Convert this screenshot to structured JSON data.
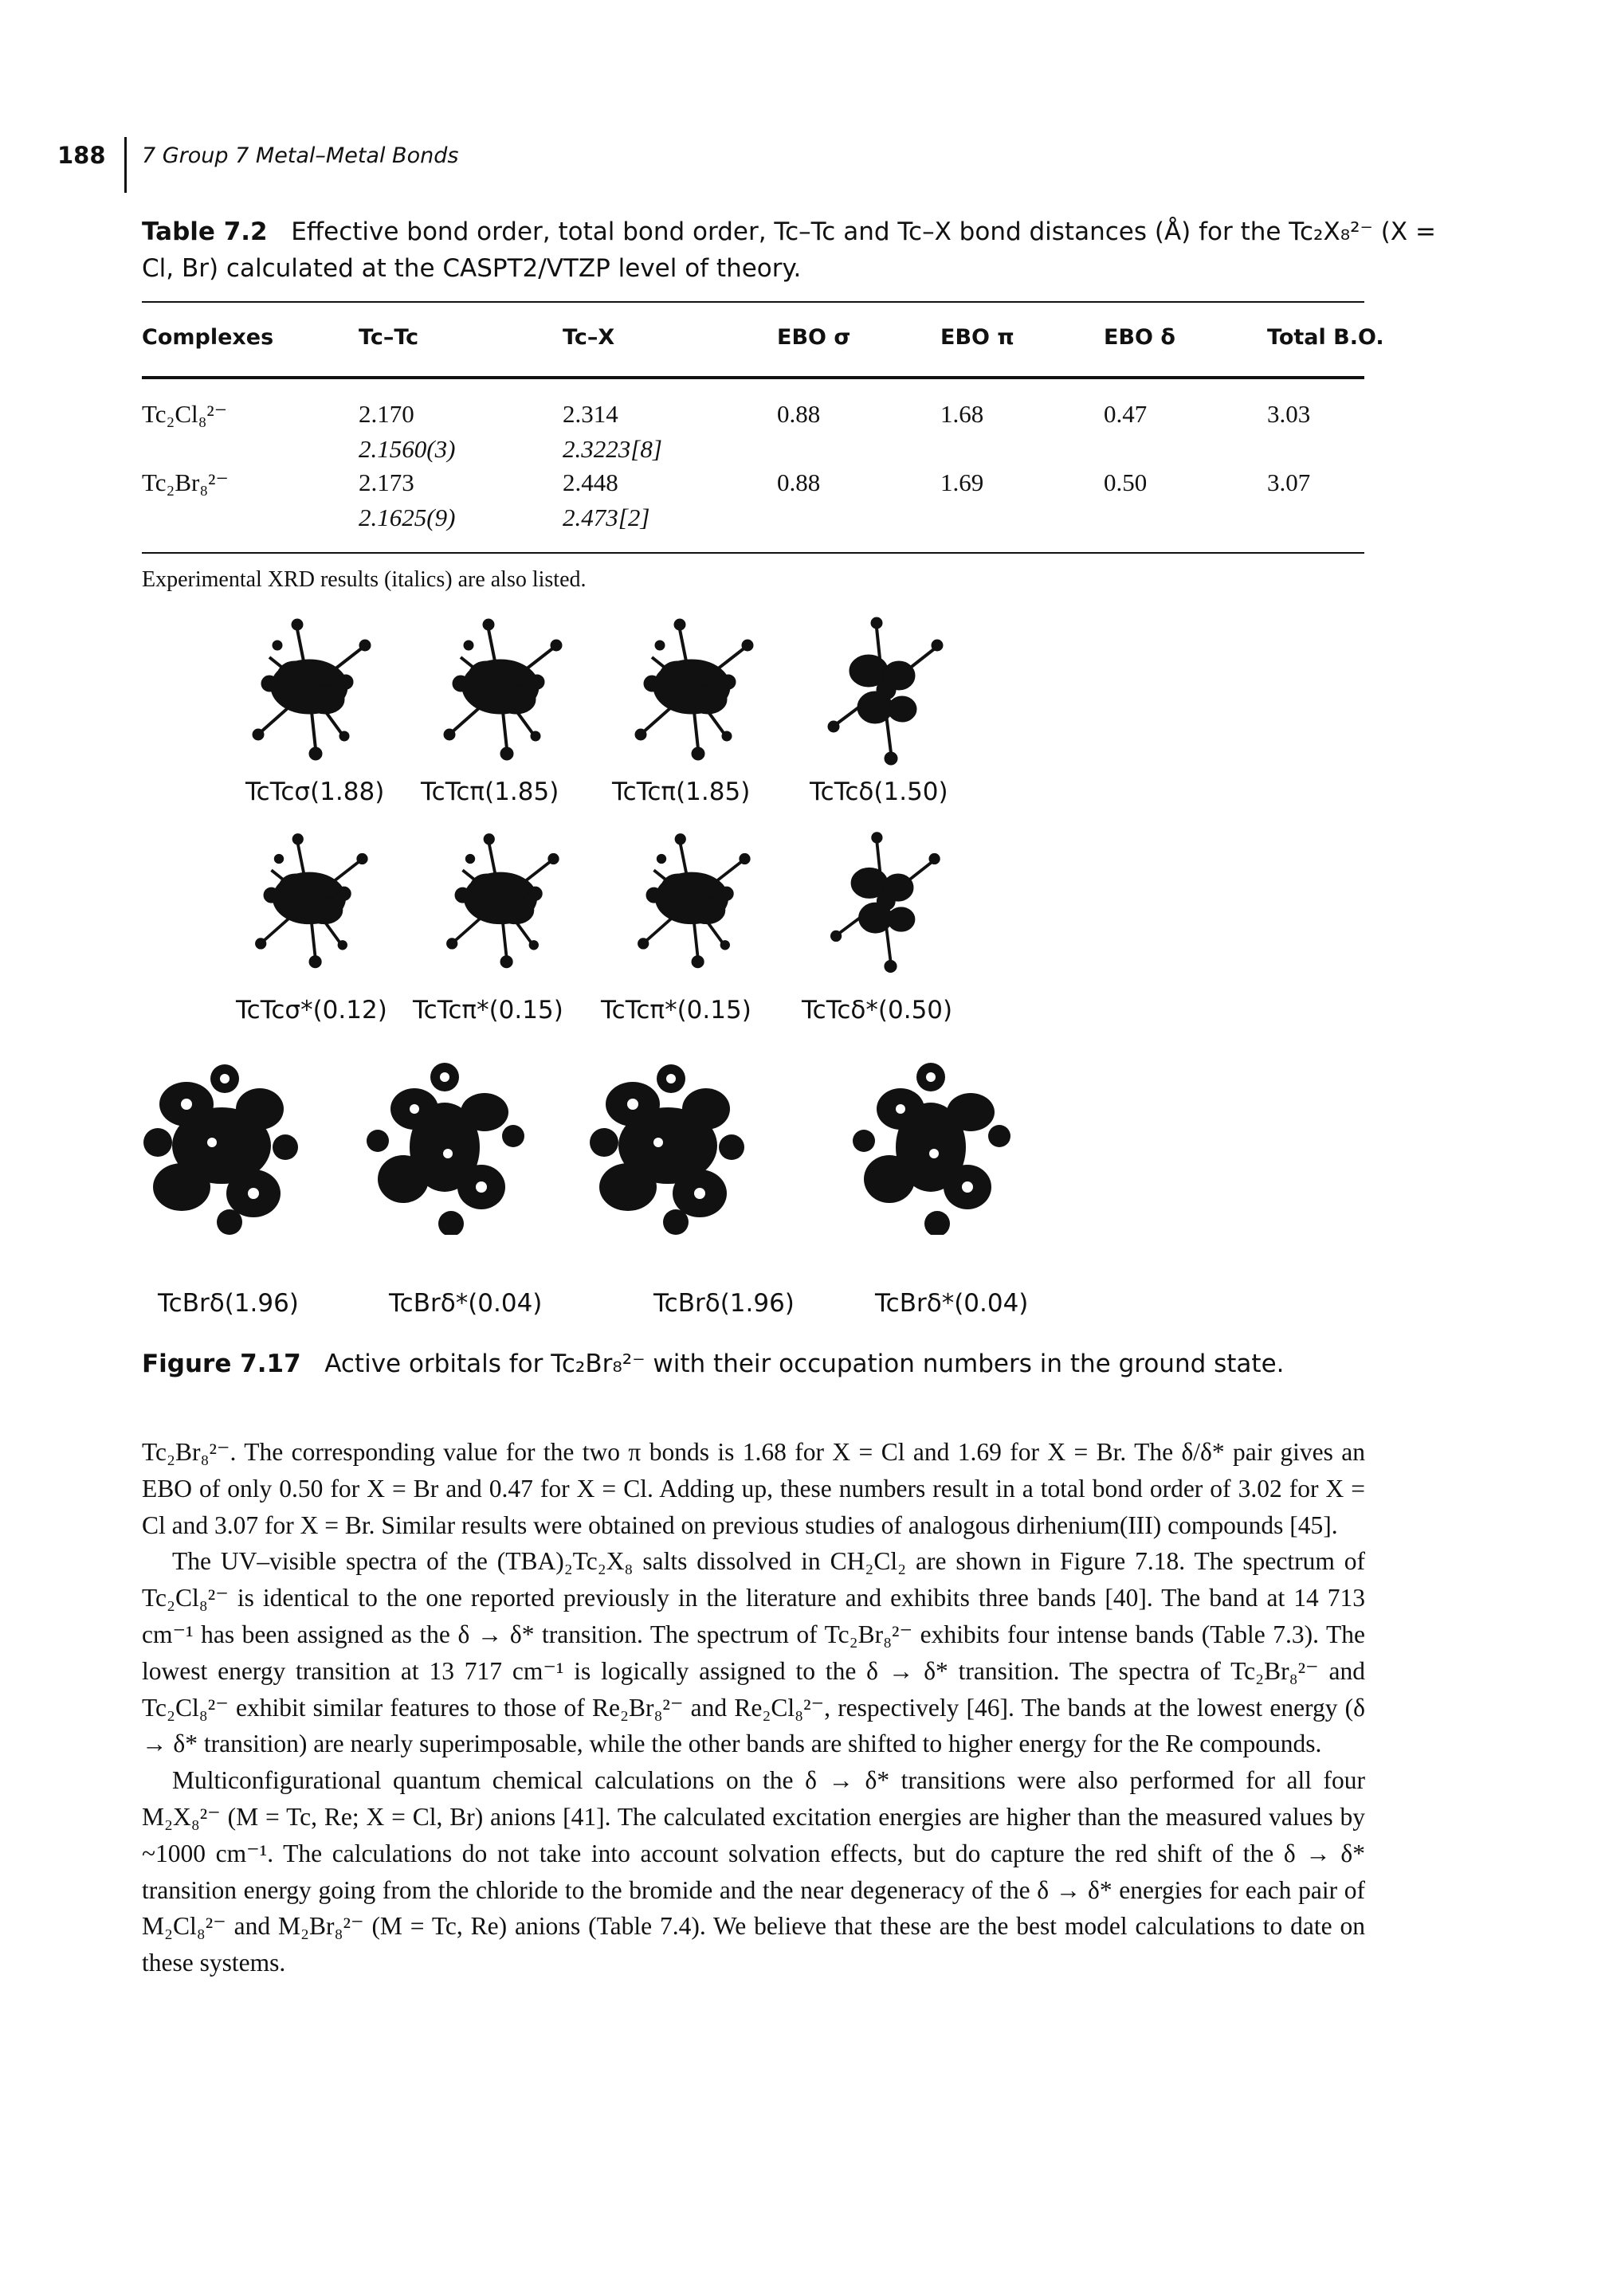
{
  "header": {
    "page_number": "188",
    "running_head": "7 Group 7 Metal–Metal Bonds"
  },
  "table": {
    "label": "Table 7.2",
    "caption": "Effective bond order, total bond order, Tc–Tc and Tc–X bond distances (Å) for the Tc₂X₈²⁻ (X = Cl, Br) calculated at the CASPT2/VTZP level of theory.",
    "columns": [
      "Complexes",
      "Tc–Tc",
      "Tc–X",
      "EBO σ",
      "EBO π",
      "EBO δ",
      "Total B.O."
    ],
    "rows": [
      {
        "complex": "Tc₂Cl₈²⁻",
        "tctc": "2.170",
        "tctc_exp": "2.1560(3)",
        "tcx": "2.314",
        "tcx_exp": "2.3223[8]",
        "ebo_sigma": "0.88",
        "ebo_pi": "1.68",
        "ebo_delta": "0.47",
        "total": "3.03"
      },
      {
        "complex": "Tc₂Br₈²⁻",
        "tctc": "2.173",
        "tctc_exp": "2.1625(9)",
        "tcx": "2.448",
        "tcx_exp": "2.473[2]",
        "ebo_sigma": "0.88",
        "ebo_pi": "1.69",
        "ebo_delta": "0.50",
        "total": "3.07"
      }
    ],
    "footnote": "Experimental XRD results (italics) are also listed."
  },
  "figure": {
    "orbitals": [
      {
        "label": "TcTcσ(1.88)"
      },
      {
        "label": "TcTcπ(1.85)"
      },
      {
        "label": "TcTcπ(1.85)"
      },
      {
        "label": "TcTcδ(1.50)"
      },
      {
        "label": "TcTcσ*(0.12)"
      },
      {
        "label": "TcTcπ*(0.15)"
      },
      {
        "label": "TcTcπ*(0.15)"
      },
      {
        "label": "TcTcδ*(0.50)"
      },
      {
        "label": "TcBrδ(1.96)"
      },
      {
        "label": "TcBrδ*(0.04)"
      },
      {
        "label": "TcBrδ(1.96)"
      },
      {
        "label": "TcBrδ*(0.04)"
      }
    ],
    "label": "Figure 7.17",
    "caption": "Active orbitals for Tc₂Br₈²⁻ with their occupation numbers in the ground state."
  },
  "body": {
    "paragraphs": [
      "Tc₂Br₈²⁻. The corresponding value for the two π bonds is 1.68 for X = Cl and 1.69 for X = Br. The δ/δ* pair gives an EBO of only 0.50 for X = Br and 0.47 for X = Cl. Adding up, these numbers result in a total bond order of 3.02 for X = Cl and 3.07 for X = Br. Similar results were obtained on previous studies of analogous dirhenium(III) compounds [45].",
      "The UV–visible spectra of the (TBA)₂Tc₂X₈ salts dissolved in CH₂Cl₂ are shown in Figure 7.18. The spectrum of Tc₂Cl₈²⁻ is identical to the one reported previously in the literature and exhibits three bands [40]. The band at 14 713 cm⁻¹ has been assigned as the δ → δ* transition. The spectrum of Tc₂Br₈²⁻ exhibits four intense bands (Table 7.3). The lowest energy transition at 13 717 cm⁻¹ is logically assigned to the δ → δ* transition. The spectra of Tc₂Br₈²⁻ and Tc₂Cl₈²⁻ exhibit similar features to those of Re₂Br₈²⁻ and Re₂Cl₈²⁻, respectively [46]. The bands at the lowest energy (δ → δ* transition) are nearly superimposable, while the other bands are shifted to higher energy for the Re compounds.",
      "Multiconfigurational quantum chemical calculations on the δ → δ* transitions were also performed for all four M₂X₈²⁻ (M = Tc, Re; X = Cl, Br) anions [41]. The calculated excitation energies are higher than the measured values by ~1000 cm⁻¹. The calculations do not take into account solvation effects, but do capture the red shift of the δ → δ* transition energy going from the chloride to the bromide and the near degeneracy of the δ → δ* energies for each pair of M₂Cl₈²⁻ and M₂Br₈²⁻ (M = Tc, Re) anions (Table 7.4). We believe that these are the best model calculations to date on these systems."
    ]
  }
}
